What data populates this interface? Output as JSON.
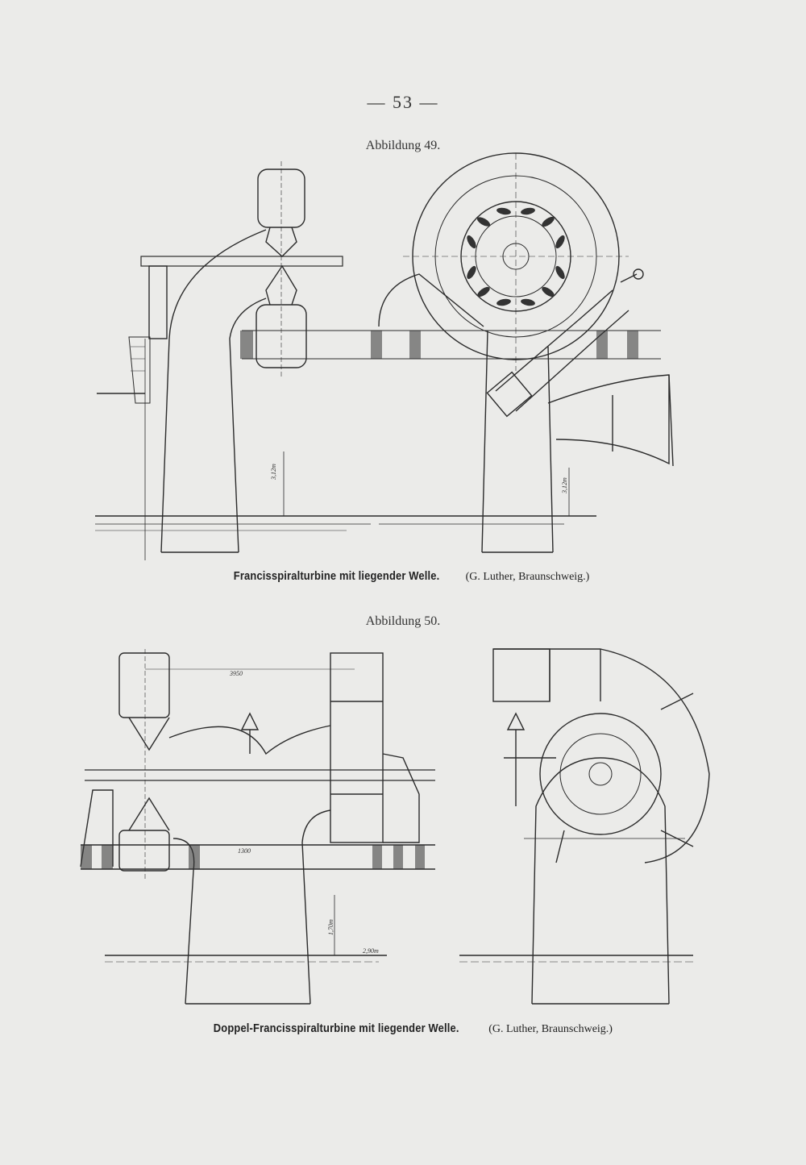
{
  "page": {
    "number_label": "— 53 —"
  },
  "figures": [
    {
      "title": "Abbildung 49.",
      "caption_bold": "Francisspiralturbine mit liegender Welle.",
      "caption_source": "(G. Luther, Braunschweig.)",
      "dimension_labels": [
        "3,12m",
        "3,12m"
      ]
    },
    {
      "title": "Abbildung 50.",
      "caption_bold": "Doppel-Francisspiralturbine mit liegender Welle.",
      "caption_source": "(G. Luther, Braunschweig.)",
      "dimension_labels": [
        "3950",
        "1300",
        "1,70m",
        "2,90m"
      ]
    }
  ]
}
